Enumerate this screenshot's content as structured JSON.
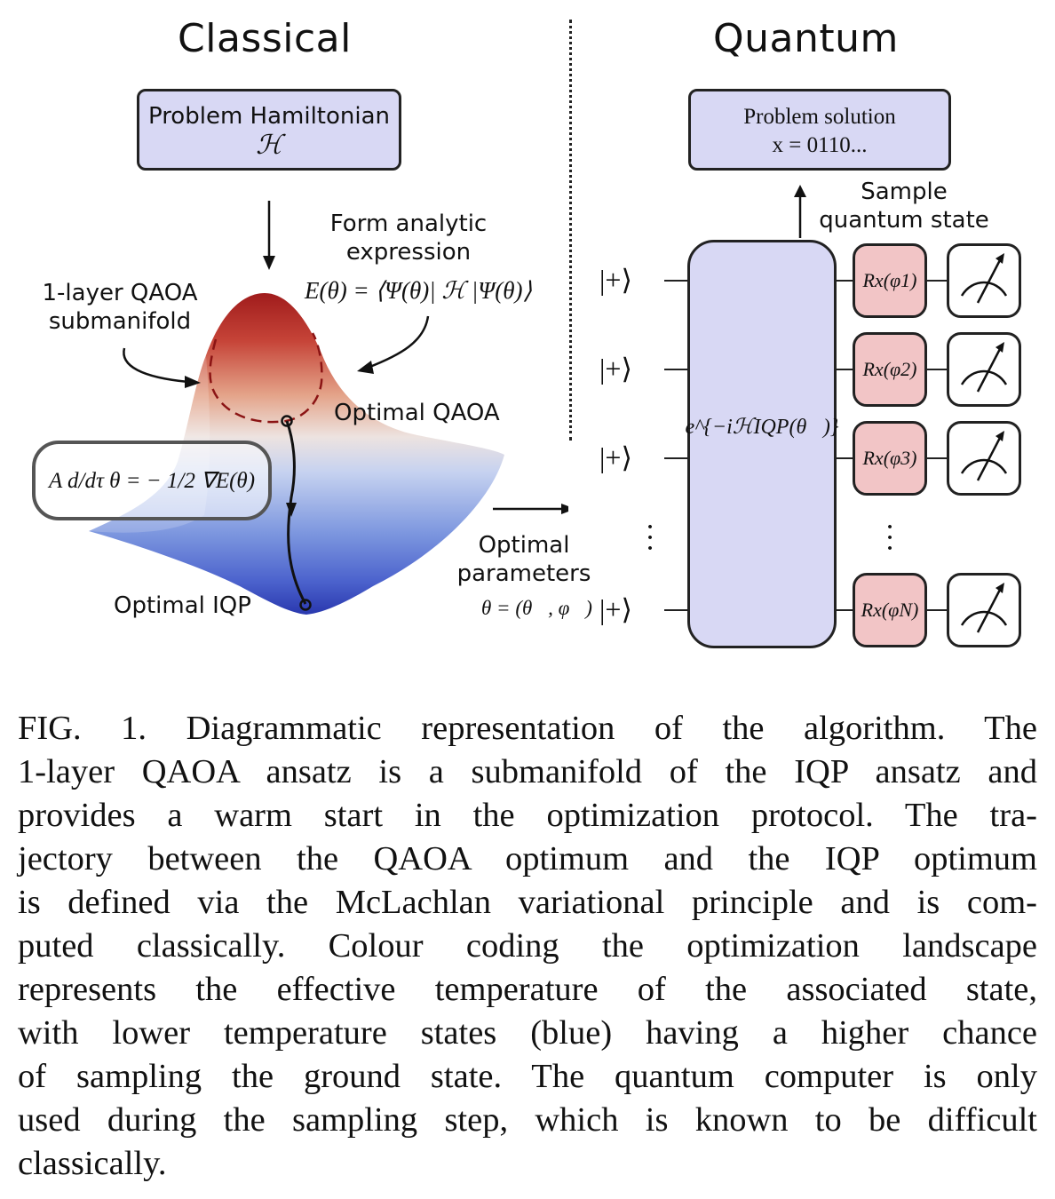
{
  "classical": {
    "heading": "Classical",
    "hamiltonian_box": {
      "title": "Problem Hamiltonian",
      "symbol": "ℋ"
    },
    "form_analytic": {
      "line1": "Form analytic",
      "line2": "expression"
    },
    "energy_expression": "E(θ) = ⟨Ψ(θ)| ℋ |Ψ(θ)⟩",
    "submanifold_label": {
      "line1": "1-layer QAOA",
      "line2": "submanifold"
    },
    "optimal_qaoa": "Optimal QAOA",
    "optimal_iqp": "Optimal IQP",
    "mclachlan_equation": "A d/dτ θ = − 1/2 ∇E(θ)",
    "optimal_parameters": {
      "line1": "Optimal",
      "line2": "parameters",
      "expr": "θ = (θ⃗, φ⃗)"
    },
    "landscape_colors": {
      "hot": "#b01f1f",
      "mid": "#e9e2e2",
      "cold": "#3b55c8"
    }
  },
  "quantum": {
    "heading": "Quantum",
    "solution_box": {
      "title": "Problem solution",
      "value": "x = 0110..."
    },
    "sample_label": {
      "line1": "Sample",
      "line2": "quantum state"
    },
    "kets": [
      "|+⟩",
      "|+⟩",
      "|+⟩",
      "|+⟩"
    ],
    "unitary": "e^{−iℋIQP(θ⃗)}",
    "gates": [
      "Rx(φ1)",
      "Rx(φ2)",
      "Rx(φ3)",
      "Rx(φN)"
    ],
    "box_color": "#d8d8f4",
    "gate_color": "#f2c5c6"
  },
  "caption": {
    "lines": [
      "FIG. 1. Diagrammatic representation of the algorithm. The",
      "1-layer QAOA ansatz is a submanifold of the IQP ansatz and",
      "provides a warm start in the optimization protocol. The tra-",
      "jectory between the QAOA optimum and the IQP optimum",
      "is defined via the McLachlan variational principle and is com-",
      "puted classically. Colour coding the optimization landscape",
      "represents the effective temperature of the associated state,",
      "with lower temperature states (blue) having a higher chance",
      "of sampling the ground state. The quantum computer is only",
      "used during the sampling step, which is known to be difficult",
      "classically."
    ]
  }
}
